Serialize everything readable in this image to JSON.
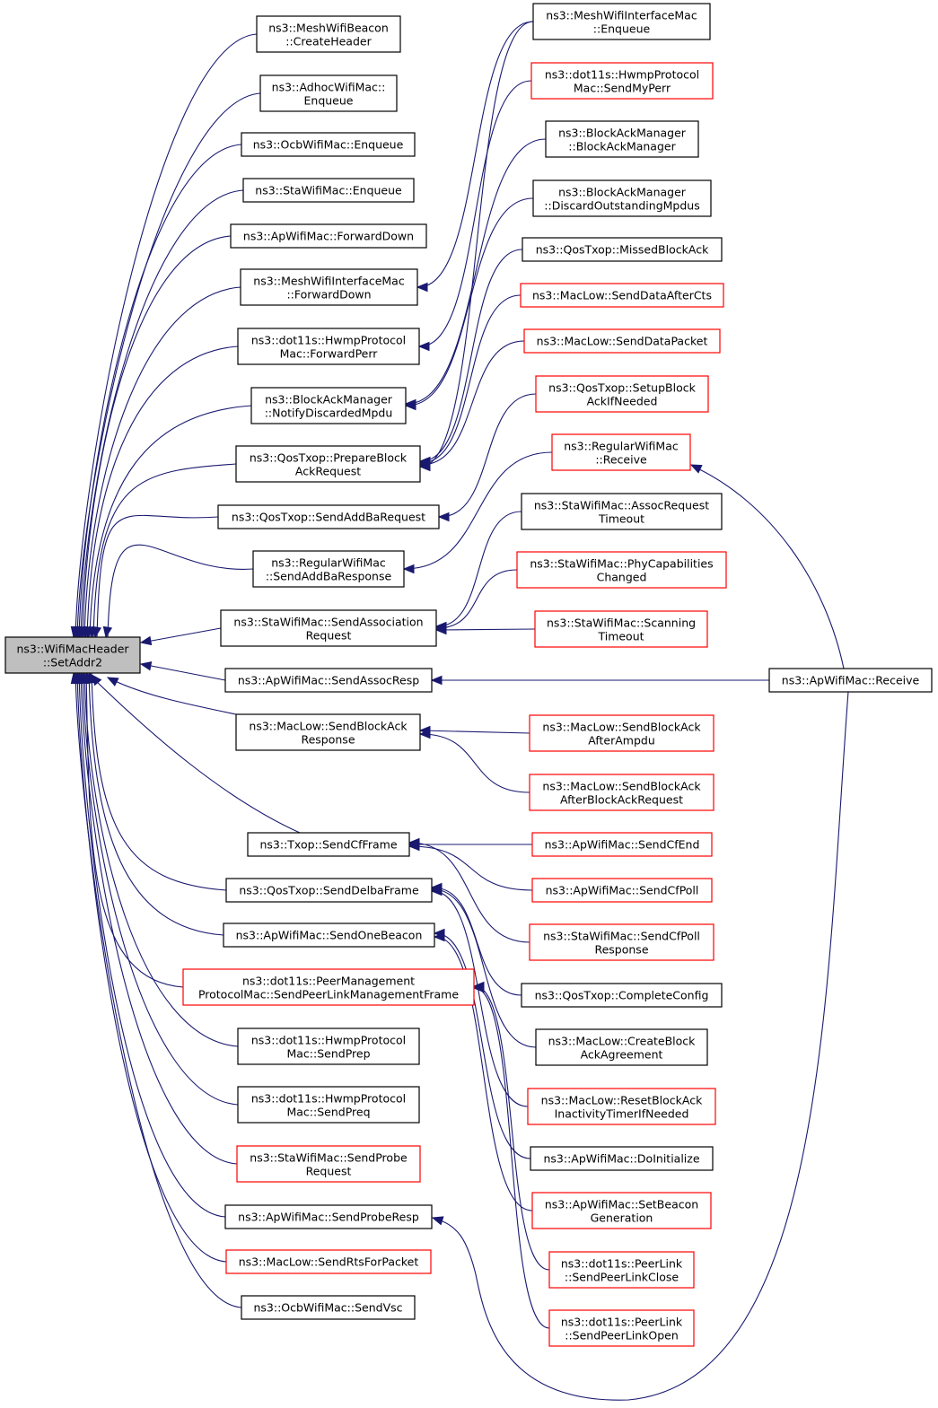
{
  "colors": {
    "edge": "#191970",
    "root_fill": "#bfbfbf",
    "black_border": "#000000",
    "red_border": "#ff0000"
  },
  "root": {
    "line1": "ns3::WifiMacHeader",
    "line2": "::SetAddr2"
  },
  "callers": {
    "mesh_beacon_createheader": [
      "ns3::MeshWifiBeacon",
      "::CreateHeader"
    ],
    "adhoc_enqueue": [
      "ns3::AdhocWifiMac::",
      "Enqueue"
    ],
    "ocb_enqueue": [
      "ns3::OcbWifiMac::Enqueue"
    ],
    "sta_enqueue": [
      "ns3::StaWifiMac::Enqueue"
    ],
    "ap_forwarddown": [
      "ns3::ApWifiMac::ForwardDown"
    ],
    "meshif_forwarddown": [
      "ns3::MeshWifiInterfaceMac",
      "::ForwardDown"
    ],
    "hwmp_forwardperr": [
      "ns3::dot11s::HwmpProtocol",
      "Mac::ForwardPerr"
    ],
    "bam_notifydiscarded": [
      "ns3::BlockAckManager",
      "::NotifyDiscardedMpdu"
    ],
    "qos_prepareblockack": [
      "ns3::QosTxop::PrepareBlock",
      "AckRequest"
    ],
    "qos_sendaddbareq": [
      "ns3::QosTxop::SendAddBaRequest"
    ],
    "regular_sendaddbaresp": [
      "ns3::RegularWifiMac",
      "::SendAddBaResponse"
    ],
    "sta_sendassocreq": [
      "ns3::StaWifiMac::SendAssociation",
      "Request"
    ],
    "ap_sendassocresp": [
      "ns3::ApWifiMac::SendAssocResp"
    ],
    "maclow_sendblockackresp": [
      "ns3::MacLow::SendBlockAck",
      "Response"
    ],
    "txop_sendcfframe": [
      "ns3::Txop::SendCfFrame"
    ],
    "qos_senddelbaframe": [
      "ns3::QosTxop::SendDelbaFrame"
    ],
    "ap_sendonebeacon": [
      "ns3::ApWifiMac::SendOneBeacon"
    ],
    "pmp_sendpeerlinkmgmt": [
      "ns3::dot11s::PeerManagement",
      "ProtocolMac::SendPeerLinkManagementFrame"
    ],
    "hwmp_sendprep": [
      "ns3::dot11s::HwmpProtocol",
      "Mac::SendPrep"
    ],
    "hwmp_sendpreq": [
      "ns3::dot11s::HwmpProtocol",
      "Mac::SendPreq"
    ],
    "sta_sendprobereq": [
      "ns3::StaWifiMac::SendProbe",
      "Request"
    ],
    "ap_sendproberesp": [
      "ns3::ApWifiMac::SendProbeResp"
    ],
    "maclow_sendrts": [
      "ns3::MacLow::SendRtsForPacket"
    ],
    "ocb_sendvsc": [
      "ns3::OcbWifiMac::SendVsc"
    ],
    "meshif_enqueue": [
      "ns3::MeshWifiInterfaceMac",
      "::Enqueue"
    ],
    "hwmp_sendmyperr": [
      "ns3::dot11s::HwmpProtocol",
      "Mac::SendMyPerr"
    ],
    "bam_ctor": [
      "ns3::BlockAckManager",
      "::BlockAckManager"
    ],
    "bam_discardoutstanding": [
      "ns3::BlockAckManager",
      "::DiscardOutstandingMpdus"
    ],
    "qos_missedblockack": [
      "ns3::QosTxop::MissedBlockAck"
    ],
    "maclow_senddataaftercts": [
      "ns3::MacLow::SendDataAfterCts"
    ],
    "maclow_senddatapacket": [
      "ns3::MacLow::SendDataPacket"
    ],
    "qos_setupblockack": [
      "ns3::QosTxop::SetupBlock",
      "AckIfNeeded"
    ],
    "regular_receive": [
      "ns3::RegularWifiMac",
      "::Receive"
    ],
    "sta_assocreqtimeout": [
      "ns3::StaWifiMac::AssocRequest",
      "Timeout"
    ],
    "sta_phycapchanged": [
      "ns3::StaWifiMac::PhyCapabilities",
      "Changed"
    ],
    "sta_scanningtimeout": [
      "ns3::StaWifiMac::Scanning",
      "Timeout"
    ],
    "ap_receive": [
      "ns3::ApWifiMac::Receive"
    ],
    "maclow_sendblockackafterampdu": [
      "ns3::MacLow::SendBlockAck",
      "AfterAmpdu"
    ],
    "maclow_sendblockackafterbar": [
      "ns3::MacLow::SendBlockAck",
      "AfterBlockAckRequest"
    ],
    "ap_sendcfend": [
      "ns3::ApWifiMac::SendCfEnd"
    ],
    "ap_sendcfpoll": [
      "ns3::ApWifiMac::SendCfPoll"
    ],
    "sta_sendcfpollresp": [
      "ns3::StaWifiMac::SendCfPoll",
      "Response"
    ],
    "qos_completeconfig": [
      "ns3::QosTxop::CompleteConfig"
    ],
    "maclow_createblockack": [
      "ns3::MacLow::CreateBlock",
      "AckAgreement"
    ],
    "maclow_resetblockack": [
      "ns3::MacLow::ResetBlockAck",
      "InactivityTimerIfNeeded"
    ],
    "ap_doinitialize": [
      "ns3::ApWifiMac::DoInitialize"
    ],
    "ap_setbeacongen": [
      "ns3::ApWifiMac::SetBeacon",
      "Generation"
    ],
    "peerlink_sendclose": [
      "ns3::dot11s::PeerLink",
      "::SendPeerLinkClose"
    ],
    "peerlink_sendopen": [
      "ns3::dot11s::PeerLink",
      "::SendPeerLinkOpen"
    ]
  }
}
